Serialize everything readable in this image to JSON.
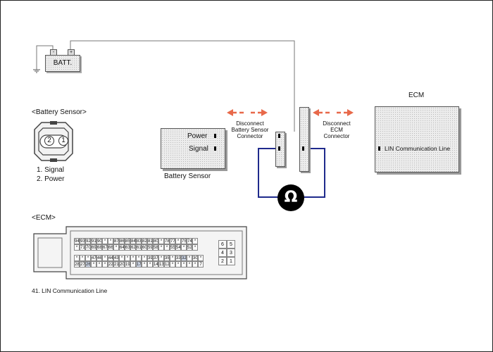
{
  "battery": {
    "label": "BATT.",
    "neg_symbol": "-",
    "pos_symbol": "+"
  },
  "battery_sensor_inset": {
    "title": "<Battery Sensor>",
    "pin_2": "2",
    "pin_1": "1",
    "legend_1": "1. Signal",
    "legend_2": "2. Power"
  },
  "battery_sensor": {
    "power_label": "Power",
    "signal_label": "Signal",
    "caption": "Battery Sensor"
  },
  "disconnect_sensor": {
    "line1": "Disconnect",
    "line2": "Battery Sensor",
    "line3": "Connector"
  },
  "disconnect_ecm": {
    "line1": "Disconnect",
    "line2": "ECM",
    "line3": "Connector"
  },
  "ecm": {
    "title": "ECM",
    "lin_label": "LIN Communication Line"
  },
  "meter": {
    "symbol": "Ω"
  },
  "ecm_inset": {
    "title": "<ECM>",
    "caption": "41. LIN Communication Line",
    "row1": [
      "94",
      "93",
      "92",
      "91",
      "90",
      "*",
      "*",
      "87",
      "86",
      "85",
      "84",
      "83",
      "82",
      "81",
      "80",
      "*",
      "78",
      "77",
      "*",
      "75",
      "74",
      "*"
    ],
    "row2": [
      "*",
      "71",
      "70",
      "69",
      "68",
      "67",
      "66",
      "*",
      "64",
      "63",
      "62",
      "61",
      "60",
      "59",
      "58",
      "*",
      "*",
      "55",
      "54",
      "*",
      "52",
      "*"
    ],
    "row3": [
      "*",
      "*",
      "*",
      "47",
      "46",
      "*",
      "44",
      "43",
      "*",
      "*",
      "*",
      "*",
      "*",
      "39",
      "37",
      "*",
      "35",
      "*",
      "33",
      "32",
      "*",
      "30",
      "*"
    ],
    "row4": [
      "28",
      "27",
      "26",
      "*",
      "*",
      "*",
      "22",
      "21",
      "20",
      "19",
      "*",
      "17",
      "*",
      "*",
      "14",
      "13",
      "12",
      "*",
      "*",
      "*",
      "*",
      "*",
      "7"
    ],
    "power_pins": [
      "6",
      "5",
      "4",
      "3",
      "2",
      "1"
    ]
  },
  "colors": {
    "harness": "#1f2a8c",
    "arrow": "#e8694a",
    "wire": "#777777"
  }
}
